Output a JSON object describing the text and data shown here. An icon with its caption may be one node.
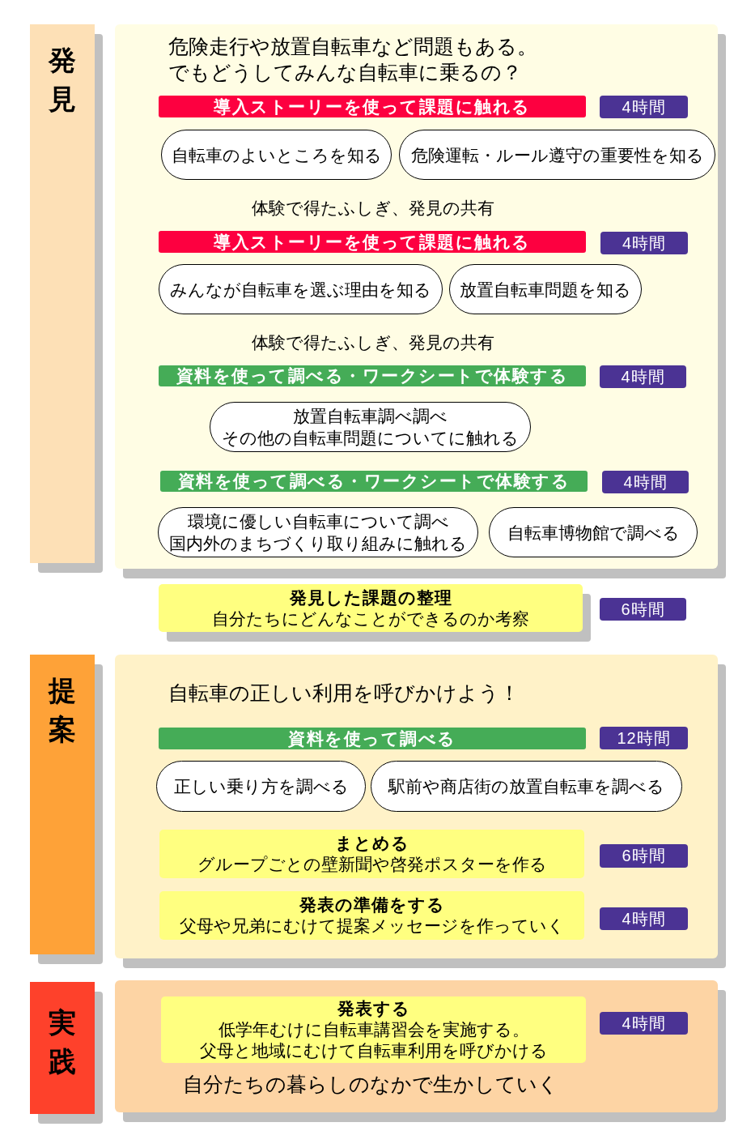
{
  "diagram": {
    "nodes": [
      {
        "text": [
          "発見"
        ]
      },
      {
        "text": [
          "危険走行や放置自転車など問題もある。",
          "でもどうしてみんな自転車に乗るの？",
          "体験で得たふしぎ、発見の共有",
          "体験で得たふしぎ、発見の共有"
        ]
      },
      {
        "text": [
          "導入ストーリーを使って課題に触れる"
        ],
        "in": 1
      },
      {
        "text": [
          "4時間"
        ],
        "in": 1
      },
      {
        "text": [
          "自転車のよいところを知る"
        ],
        "in": 1
      },
      {
        "text": [
          "危険運転・ルール遵守の重要性を知る"
        ],
        "in": 1
      },
      {
        "text": [
          "導入ストーリーを使って課題に触れる"
        ],
        "in": 1
      },
      {
        "text": [
          "4時間"
        ],
        "in": 1
      },
      {
        "text": [
          "みんなが自転車を選ぶ理由を知る"
        ],
        "in": 1
      },
      {
        "text": [
          "放置自転車問題を知る"
        ],
        "in": 1
      },
      {
        "text": [
          "資料を使って調べる・ワークシートで体験する"
        ],
        "in": 1
      },
      {
        "text": [
          "4時間"
        ],
        "in": 1
      },
      {
        "text": [
          "放置自転車調べ調べ",
          "その他の自転車問題についてに触れる"
        ],
        "in": 1
      },
      {
        "text": [
          "資料を使って調べる・ワークシートで体験する"
        ],
        "in": 1
      },
      {
        "text": [
          "4時間"
        ],
        "in": 1
      },
      {
        "text": [
          "環境に優しい自転車について調べ",
          "国内外のまちづくり取り組みに触れる"
        ],
        "in": 1
      },
      {
        "text": [
          "自転車博物館で調べる"
        ],
        "in": 1
      },
      {
        "text": [
          "発見した課題の整理",
          "自分たちにどんなことができるのか考察"
        ]
      },
      {
        "text": [
          "6時間"
        ]
      },
      {
        "text": [
          "提案"
        ]
      },
      {
        "text": [
          "自転車の正しい利用を呼びかけよう！"
        ]
      },
      {
        "text": [
          "資料を使って調べる"
        ],
        "in": 20
      },
      {
        "text": [
          "12時間"
        ],
        "in": 20
      },
      {
        "text": [
          "正しい乗り方を調べる"
        ],
        "in": 20
      },
      {
        "text": [
          "駅前や商店街の放置自転車を調べる"
        ],
        "in": 20
      },
      {
        "text": [
          "まとめる",
          "グループごとの壁新聞や啓発ポスターを作る"
        ],
        "in": 20
      },
      {
        "text": [
          "6時間"
        ],
        "in": 20
      },
      {
        "text": [
          "発表の準備をする",
          "父母や兄弟にむけて提案メッセージを作っていく"
        ],
        "in": 20
      },
      {
        "text": [
          "4時間"
        ],
        "in": 20
      },
      {
        "text": [
          "実践"
        ]
      },
      {
        "text": [
          "自分たちの暮らしのなかで生かしていく"
        ]
      },
      {
        "text": [
          "発表する",
          "低学年むけに自転車講習会を実施する。",
          "父母と地域にむけて自転車利用を呼びかける"
        ],
        "in": 30
      },
      {
        "text": [
          "4時間"
        ],
        "in": 30
      }
    ]
  }
}
